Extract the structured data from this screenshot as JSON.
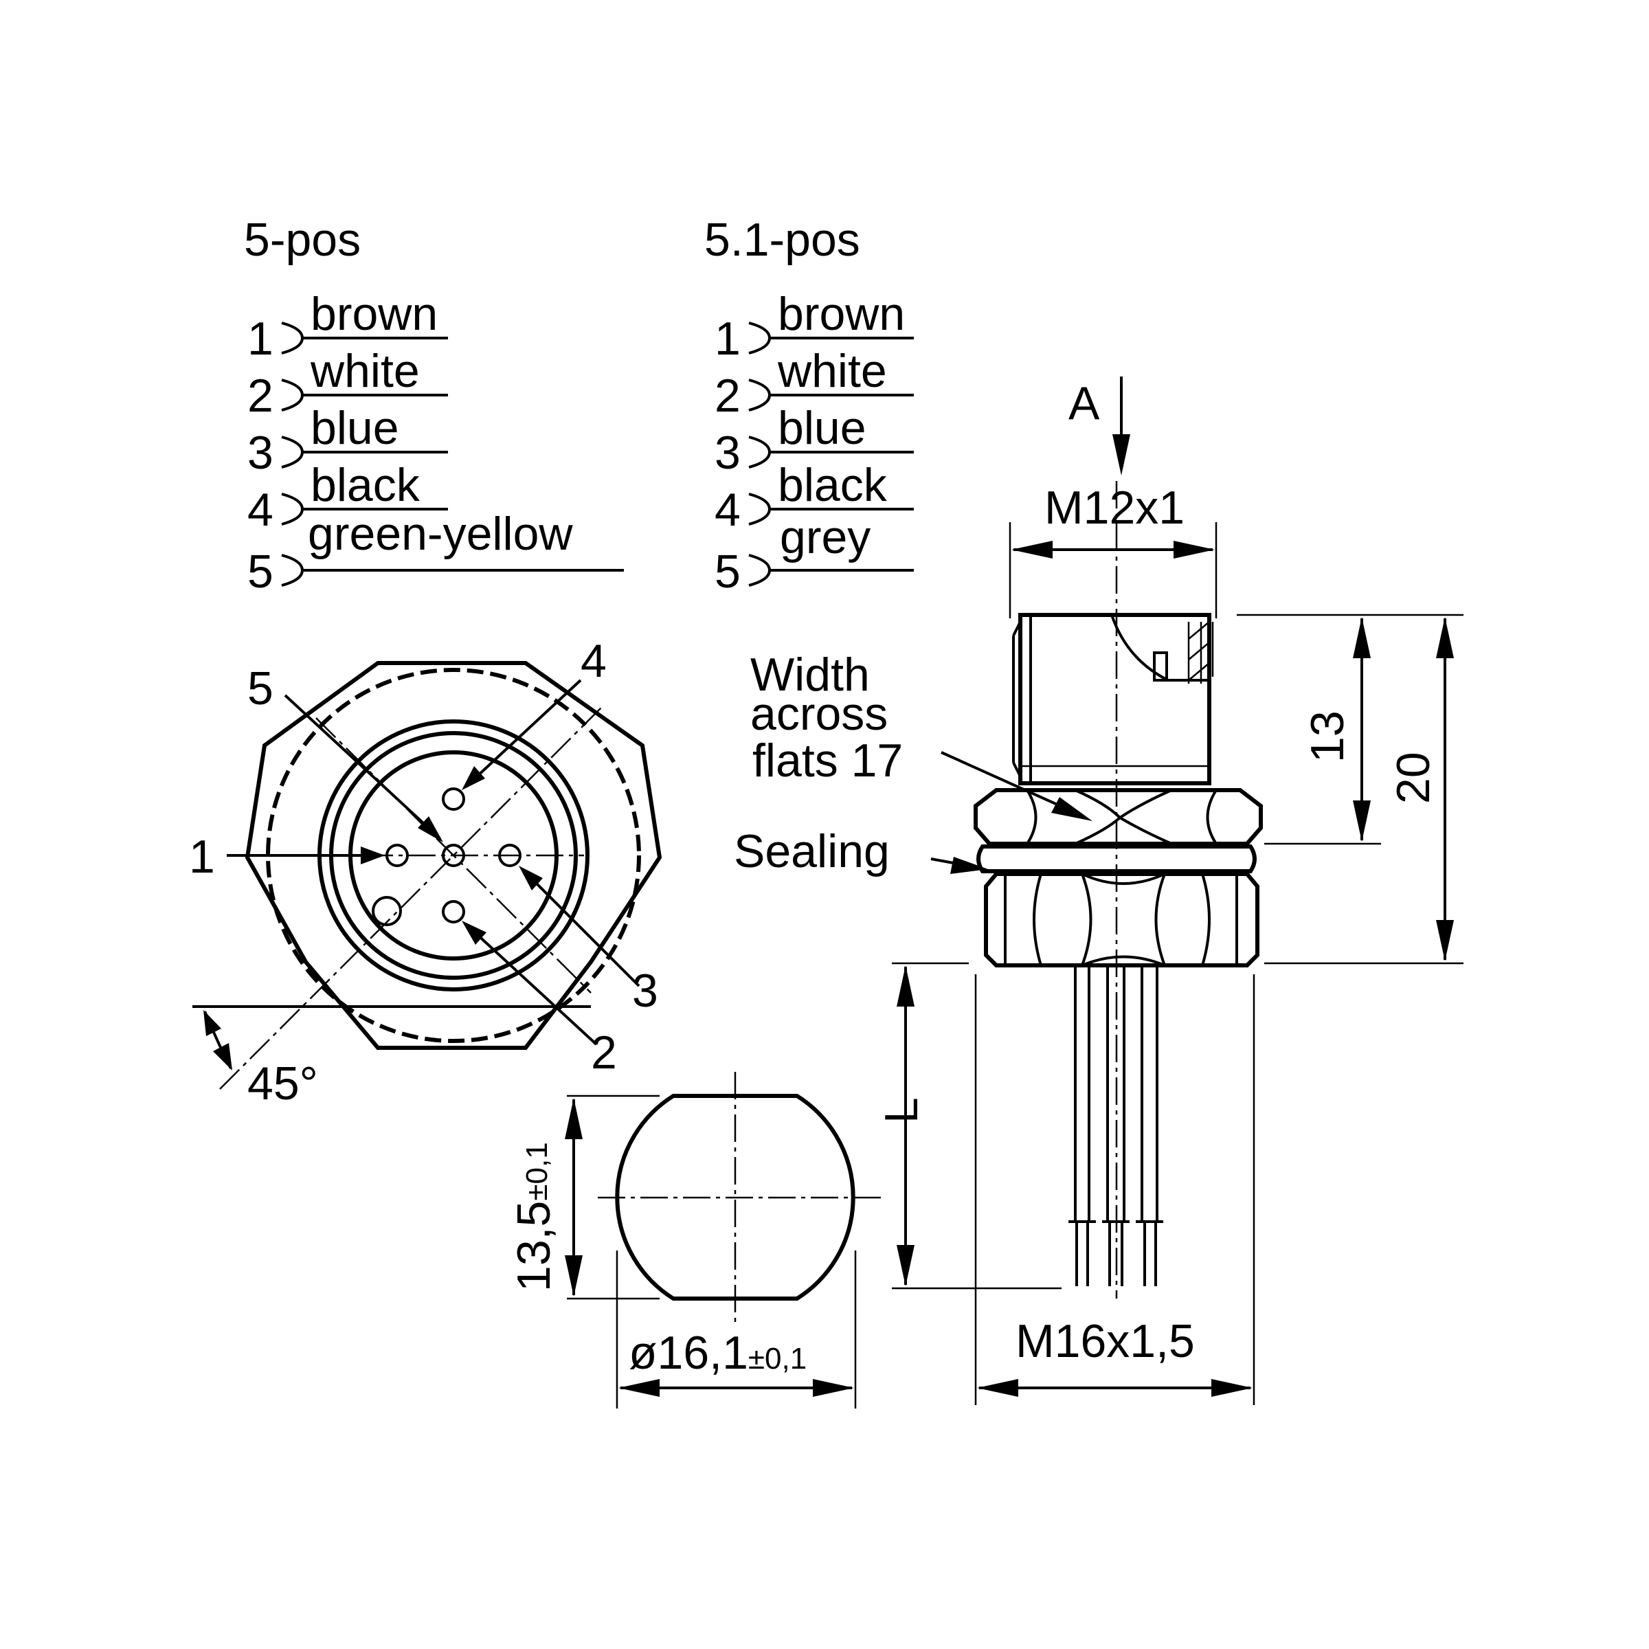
{
  "pinout": {
    "five_pos": {
      "title": "5-pos",
      "rows": [
        {
          "num": "1",
          "label": "brown"
        },
        {
          "num": "2",
          "label": "white"
        },
        {
          "num": "3",
          "label": "blue"
        },
        {
          "num": "4",
          "label": "black"
        },
        {
          "num": "5",
          "label": "green-yellow"
        }
      ]
    },
    "five_one_pos": {
      "title": "5.1-pos",
      "rows": [
        {
          "num": "1",
          "label": "brown"
        },
        {
          "num": "2",
          "label": "white"
        },
        {
          "num": "3",
          "label": "blue"
        },
        {
          "num": "4",
          "label": "black"
        },
        {
          "num": "5",
          "label": "grey"
        }
      ]
    }
  },
  "front_view": {
    "pin_labels": {
      "p1": "1",
      "p2": "2",
      "p3": "3",
      "p4": "4",
      "p5": "5"
    },
    "angle_label": "45°"
  },
  "side_view": {
    "view_label": "A",
    "thread_top": "M12x1",
    "flats_line1": "Width",
    "flats_line2": "across",
    "flats_line3": "flats 17",
    "sealing": "Sealing",
    "dim_13": "13",
    "dim_20": "20",
    "dim_L": "L",
    "thread_bottom": "M16x1,5"
  },
  "cutout": {
    "height_main": "13,5",
    "height_tol": "±0,1",
    "dia_main": "ø16,1",
    "dia_tol": "±0,1"
  }
}
